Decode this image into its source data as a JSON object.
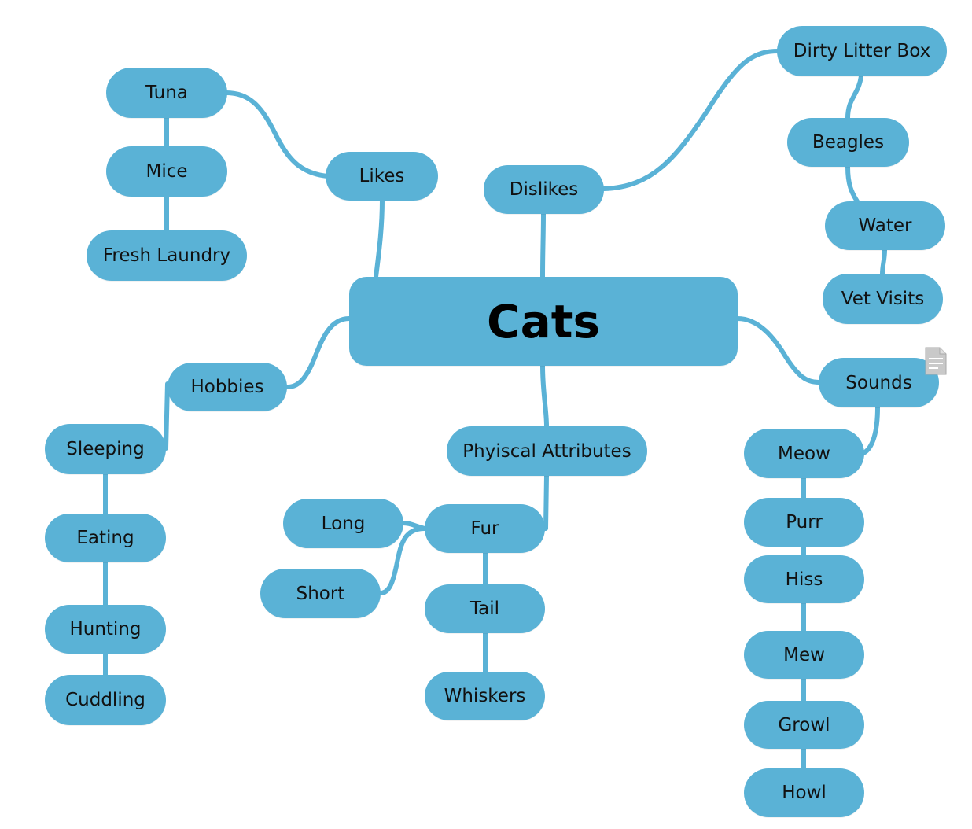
{
  "map": {
    "root": "Cats",
    "likes": {
      "label": "Likes",
      "items": [
        "Tuna",
        "Mice",
        "Fresh Laundry"
      ]
    },
    "dislikes": {
      "label": "Dislikes",
      "items": [
        "Dirty Litter Box",
        "Beagles",
        "Water",
        "Vet Visits"
      ]
    },
    "hobbies": {
      "label": "Hobbies",
      "items": [
        "Sleeping",
        "Eating",
        "Hunting",
        "Cuddling"
      ]
    },
    "sounds": {
      "label": "Sounds",
      "items": [
        "Meow",
        "Purr",
        "Hiss",
        "Mew",
        "Growl",
        "Howl"
      ]
    },
    "physical": {
      "label": "Phyiscal Attributes",
      "fur": {
        "label": "Fur",
        "items": [
          "Long",
          "Short"
        ]
      },
      "tail": "Tail",
      "whiskers": "Whiskers"
    }
  },
  "colors": {
    "node_fill": "#5ab2d6",
    "link": "#5ab2d6",
    "text": "#111111"
  },
  "icons": {
    "note": "note-icon"
  }
}
